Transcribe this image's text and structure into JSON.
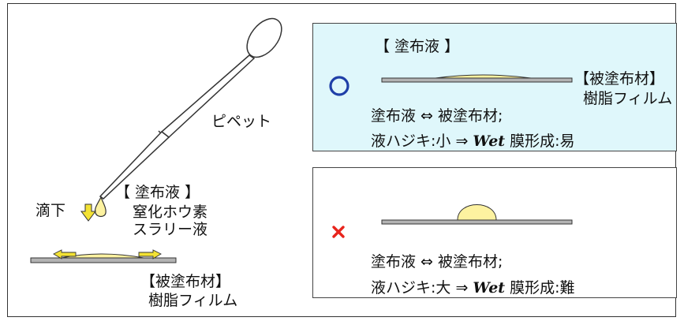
{
  "left": {
    "pipette_label": "ピペット",
    "drop_label": "滴下",
    "coating_liquid": "【 塗布液 】",
    "liquid_name_1": "窒化ホウ素",
    "liquid_name_2": "スラリー液",
    "substrate_label": "【被塗布材】",
    "substrate_name": "樹脂フィルム"
  },
  "panel_good": {
    "mark": "○",
    "coating_liquid": "【 塗布液 】",
    "substrate_label": "【被塗布材】",
    "substrate_name": "樹脂フィルム",
    "line1": "塗布液 ⇔ 被塗布材;",
    "line2_prefix": "液ハジキ:小 ⇒ ",
    "wet": "Wet",
    "line2_suffix": " 膜形成:易",
    "colors": {
      "background": "#dff7fb",
      "mark": "#1f3fa8"
    }
  },
  "panel_bad": {
    "mark": "×",
    "line1": "塗布液 ⇔ 被塗布材;",
    "line2_prefix": "液ハジキ:大 ⇒ ",
    "wet": "Wet",
    "line2_suffix": " 膜形成:難",
    "colors": {
      "mark": "#e8241c"
    }
  },
  "colors": {
    "film": "#b3b3b3",
    "liquid": "#fdf2a0",
    "arrow": "#f3e234"
  }
}
